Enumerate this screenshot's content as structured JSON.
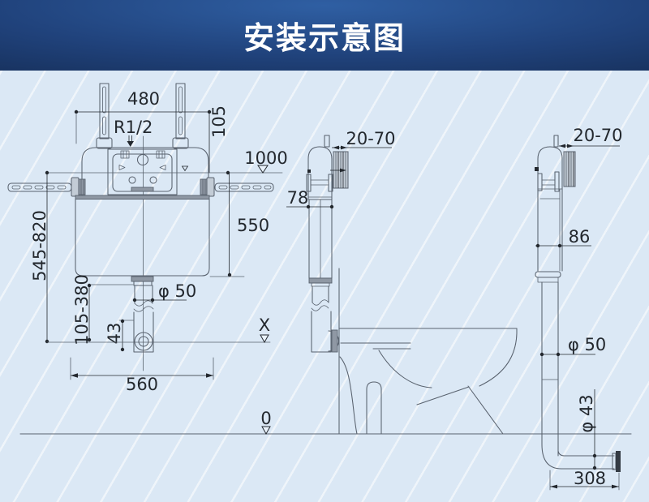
{
  "header": {
    "title": "安装示意图"
  },
  "front_view": {
    "top_width": "480",
    "inlet_thread": "R1/2",
    "top_offset": "105",
    "supply_level": "1000",
    "tank_height": "550",
    "install_height": "545-820",
    "outlet_height": "105-380",
    "outlet_drop": "43",
    "flush_pipe_dia": "φ 50",
    "base_width": "560",
    "seat_level": "X"
  },
  "side_view": {
    "wall_adjust": "20-70",
    "body_depth": "78"
  },
  "back_view": {
    "wall_adjust": "20-70",
    "body_depth": "86",
    "flush_pipe_dia": "φ 50",
    "drain_dia": "φ 43",
    "drain_length": "308"
  },
  "floor": {
    "level": "0"
  },
  "colors": {
    "banner_navy": "#112345",
    "banner_glow": "#2f5fa3",
    "bg": "#dbe8f5",
    "line": "#59626e",
    "ink": "#23282e"
  }
}
